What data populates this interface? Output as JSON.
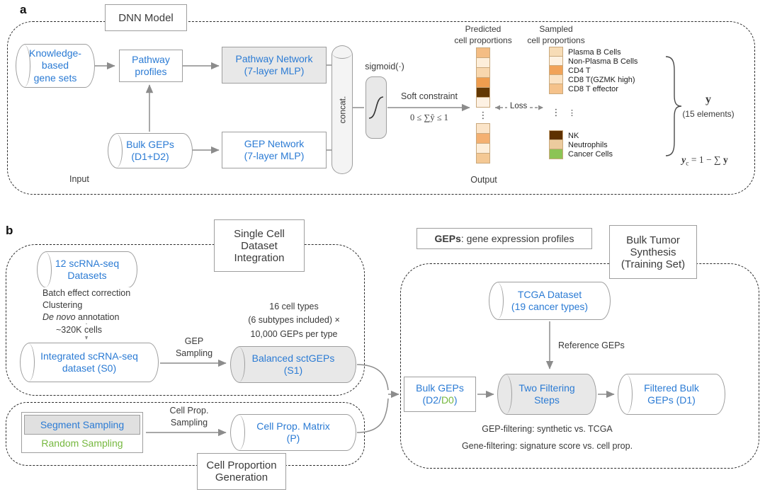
{
  "colors": {
    "accent_blue": "#2b7bd4",
    "accent_green": "#76b83f",
    "node_gray_fill": "#e8e8e8",
    "border_gray": "#9e9e9e",
    "arrow_gray": "#8c8c8c",
    "dark_brown": "#5e3100",
    "cancer_green": "#8cc455"
  },
  "panel_a": {
    "label": "a",
    "title": "DNN Model",
    "knowledge_gene_sets": "Knowledge-\nbased\ngene sets",
    "pathway_profiles": "Pathway\nprofiles",
    "pathway_network": "Pathway Network\n(7-layer MLP)",
    "bulk_geps": "Bulk GEPs\n(D1+D2)",
    "gep_network": "GEP Network\n(7-layer MLP)",
    "input_label": "Input",
    "output_label": "Output",
    "concat_label": "concat.",
    "sigmoid_label": "sigmoid(·)",
    "soft_constraint_line1": "Soft constraint",
    "soft_constraint_line2": "0 ≤ ∑ŷ ≤ 1",
    "predicted_header": "Predicted\ncell proportions",
    "sampled_header": "Sampled\ncell proportions",
    "loss_label": "Loss",
    "dots": "⋮",
    "y_vector": {
      "symbol": "y",
      "note": "(15 elements)"
    },
    "yc_equation": {
      "y": "y",
      "sub": "c",
      "rest": " = 1 − ∑ ",
      "y2": "y"
    },
    "predicted_cells": [
      {
        "color": "#f4bd84"
      },
      {
        "color": "#fdeeda"
      },
      {
        "color": "#f8d7ae"
      },
      {
        "color": "#ef9d4f"
      },
      {
        "color": "#633803"
      },
      {
        "color": "#fdf1e3"
      },
      {
        "color": "#fbe4c8"
      },
      {
        "color": "#f4b071"
      },
      {
        "color": "#fdeeda"
      },
      {
        "color": "#f4c894"
      }
    ],
    "sampled_cells": [
      {
        "color": "#f7dcb6",
        "label": "Plasma B Cells"
      },
      {
        "color": "#fdf1e1",
        "label": "Non-Plasma B Cells"
      },
      {
        "color": "#f1a359",
        "label": "CD4 T"
      },
      {
        "color": "#fbe3c4",
        "label": "CD8 T(GZMK high)"
      },
      {
        "color": "#f5c28b",
        "label": "CD8 T effector"
      },
      {
        "color": "#5e3100",
        "label": "NK"
      },
      {
        "color": "#eccb9e",
        "label": "Neutrophils"
      },
      {
        "color": "#8cc455",
        "label": "Cancer Cells"
      }
    ]
  },
  "panel_b": {
    "label": "b",
    "sc_title": "Single Cell\nDataset\nIntegration",
    "datasets": "12 scRNA-seq\nDatasets",
    "step1": "Batch effect correction",
    "step2": "Clustering",
    "step3_italic": "De novo",
    "step3_rest": " annotation",
    "cell_count": "~320K cells",
    "integrated": "Integrated scRNA-seq\ndataset (S0)",
    "gep_sampling": "GEP\nSampling",
    "types_note": "16 cell types\n(6 subtypes included) ×\n10,000 GEPs per type",
    "balanced": "Balanced sctGEPs\n(S1)",
    "segment_sampling": "Segment Sampling",
    "random_sampling": "Random Sampling",
    "cellprop_sampling": "Cell Prop.\nSampling",
    "prop_matrix": "Cell Prop. Matrix\n(P)",
    "cp_title": "Cell Proportion\nGeneration",
    "geps_bold": "GEPs",
    "geps_rest": ": gene expression profiles",
    "bt_title": "Bulk Tumor\nSynthesis\n(Training Set)",
    "tcga": "TCGA Dataset\n(19 cancer types)",
    "reference_geps": "Reference GEPs",
    "bulk_line1": "Bulk GEPs",
    "bulk_d2": "(D2/",
    "bulk_d0": "D0",
    "bulk_close": ")",
    "two_filtering": "Two Filtering\nSteps",
    "filtered": "Filtered Bulk\nGEPs (D1)",
    "gep_filtering": "GEP-filtering: synthetic vs. TCGA",
    "gene_filtering": "Gene-filtering: signature score vs. cell prop."
  }
}
